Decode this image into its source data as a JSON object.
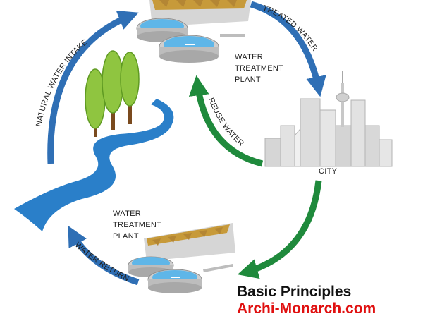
{
  "labels": {
    "natural_water_intake": "NATURAL WATER INTAKE",
    "treated_water": "TREATED WATER",
    "plant_top_line1": "WATER",
    "plant_top_line2": "TREATMENT",
    "plant_top_line3": "PLANT",
    "reuse_water": "REUSE WATER",
    "city": "CITY",
    "plant_bottom_line1": "WATER",
    "plant_bottom_line2": "TREATMENT",
    "plant_bottom_line3": "PLANT",
    "water_return": "WATER RETURN"
  },
  "branding": {
    "title": "Basic Principles",
    "site": "Archi-Monarch.com"
  },
  "colors": {
    "blue_arrow": "#2f6fb5",
    "green_arrow": "#1f8a3c",
    "river": "#2a7fc9",
    "tree": "#7cb83a",
    "brand_red": "#e01010"
  }
}
